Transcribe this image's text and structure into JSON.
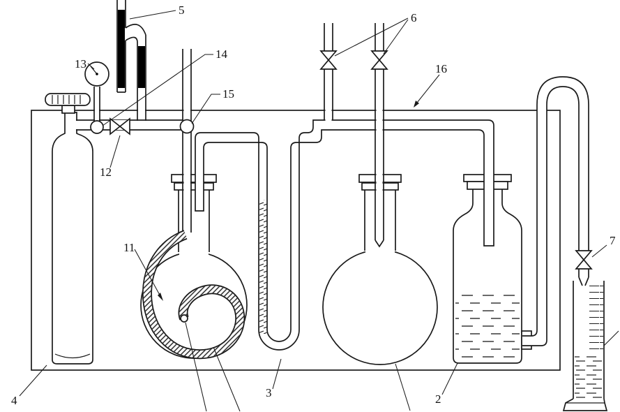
{
  "figure": {
    "type": "technical-line-diagram",
    "description": "Laboratory gas apparatus schematic with numbered reference labels",
    "colors": {
      "line": "#1a1a1a",
      "background": "#ffffff",
      "manometer_fluid": "#000000"
    },
    "labels": {
      "n2": "2",
      "n3": "3",
      "n4": "4",
      "n5": "5",
      "n6": "6",
      "n7": "7",
      "n11": "11",
      "n12": "12",
      "n13": "13",
      "n14": "14",
      "n15": "15",
      "n16": "16"
    }
  }
}
